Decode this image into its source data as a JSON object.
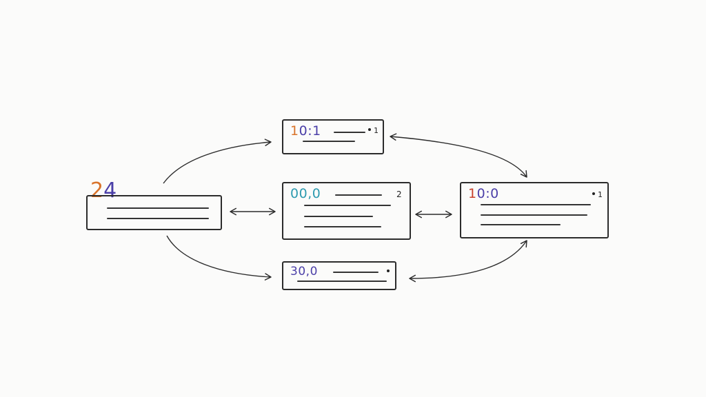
{
  "colors": {
    "ink": "#2b2b2b",
    "orange": "#d9732a",
    "purple": "#4b3fa8",
    "teal": "#2e9bb0",
    "red": "#c8402b"
  },
  "nodes": {
    "left": {
      "digits": [
        "2",
        "4"
      ],
      "digit_colors": [
        "#d9732a",
        "#4b3fa8"
      ]
    },
    "top": {
      "digits": [
        "1",
        "0",
        ":",
        "1"
      ],
      "digit_colors": [
        "#d9732a",
        "#4b3fa8",
        "#4b3fa8",
        "#4b3fa8"
      ],
      "corner": "1"
    },
    "center": {
      "digits": [
        "0",
        "0",
        ",",
        "0"
      ],
      "digit_colors": [
        "#2e9bb0",
        "#2e9bb0",
        "#2e9bb0",
        "#2e9bb0"
      ],
      "corner": "2"
    },
    "right": {
      "digits": [
        "1",
        "0",
        ":",
        "0"
      ],
      "digit_colors": [
        "#c8402b",
        "#4b3fa8",
        "#4b3fa8",
        "#4b3fa8"
      ],
      "corner": "1"
    },
    "bottom": {
      "digits": [
        "3",
        "0",
        ",",
        "0"
      ],
      "digit_colors": [
        "#4b3fa8",
        "#4b3fa8",
        "#4b3fa8",
        "#4b3fa8"
      ]
    }
  }
}
